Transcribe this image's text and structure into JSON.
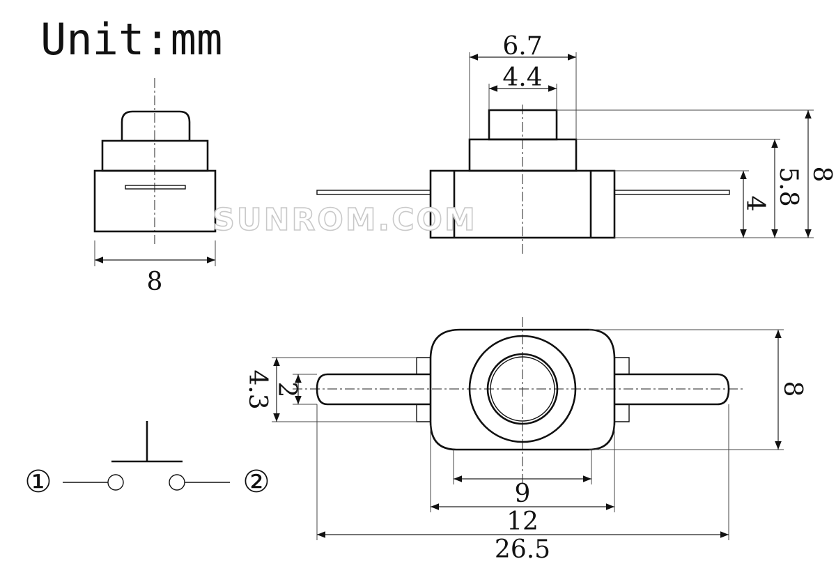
{
  "unit_label": "Unit:mm",
  "watermark": "SUNROM.COM",
  "dimensions": {
    "front_width": "8",
    "top_width_outer": "6.7",
    "top_width_inner": "4.4",
    "side_height_total": "8",
    "side_height_mid": "5.8",
    "side_height_body": "4",
    "bottom_pin_outer": "4.3",
    "bottom_pin_inner": "2",
    "bottom_height": "8",
    "bottom_width_inner": "9",
    "bottom_width_body": "12",
    "bottom_width_total": "26.5"
  },
  "schematic": {
    "terminal_1": "①",
    "terminal_2": "②"
  }
}
